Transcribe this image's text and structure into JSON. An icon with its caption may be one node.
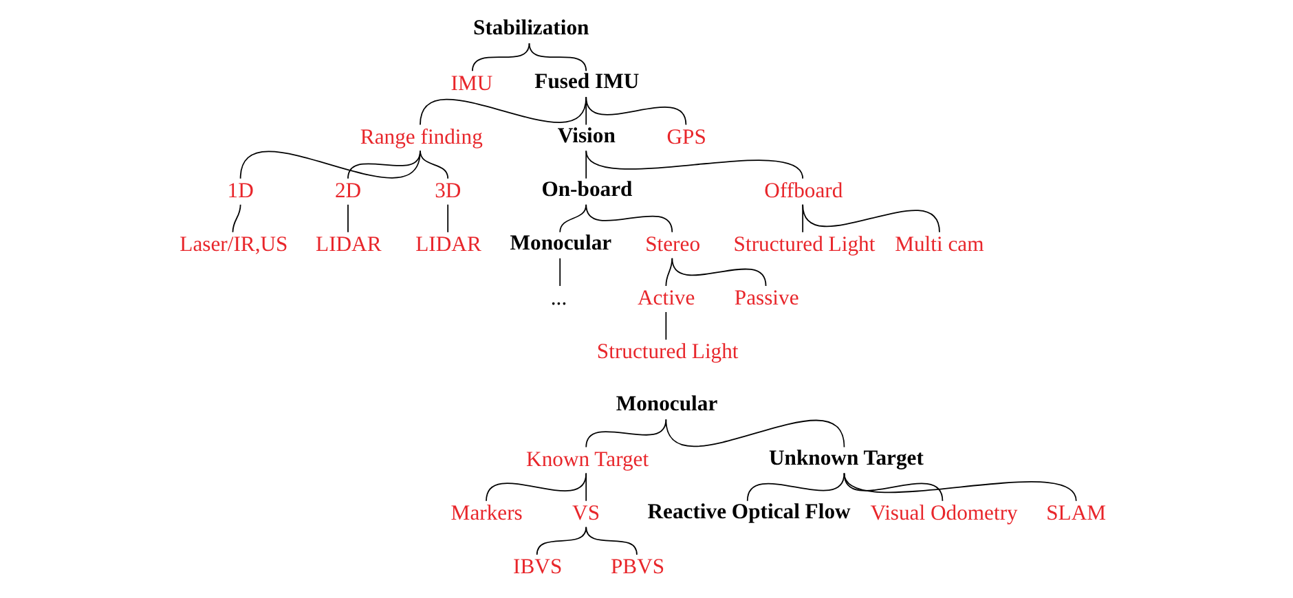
{
  "diagram": {
    "nodes": [
      {
        "text": [
          "Stabilization"
        ]
      },
      {
        "text": [
          "IMU"
        ]
      },
      {
        "text": [
          "Fused IMU"
        ]
      },
      {
        "text": [
          "Range finding"
        ]
      },
      {
        "text": [
          "Vision"
        ]
      },
      {
        "text": [
          "GPS"
        ]
      },
      {
        "text": [
          "1D"
        ]
      },
      {
        "text": [
          "2D"
        ]
      },
      {
        "text": [
          "3D"
        ]
      },
      {
        "text": [
          "Laser/IR,US"
        ]
      },
      {
        "text": [
          "LIDAR"
        ]
      },
      {
        "text": [
          "LIDAR"
        ]
      },
      {
        "text": [
          "On-board"
        ]
      },
      {
        "text": [
          "Offboard"
        ]
      },
      {
        "text": [
          "Monocular"
        ]
      },
      {
        "text": [
          "Stereo"
        ]
      },
      {
        "text": [
          "Structured Light"
        ]
      },
      {
        "text": [
          "Multi cam"
        ]
      },
      {
        "text": [
          "..."
        ]
      },
      {
        "text": [
          "Active"
        ]
      },
      {
        "text": [
          "Passive"
        ]
      },
      {
        "text": [
          "Structured Light"
        ]
      },
      {
        "text": [
          "Monocular"
        ]
      },
      {
        "text": [
          "Known Target"
        ]
      },
      {
        "text": [
          "Unknown Target"
        ]
      },
      {
        "text": [
          "Markers"
        ]
      },
      {
        "text": [
          "VS"
        ]
      },
      {
        "text": [
          "Reactive Optical Flow"
        ]
      },
      {
        "text": [
          "Visual Odometry"
        ]
      },
      {
        "text": [
          "SLAM"
        ]
      },
      {
        "text": [
          "IBVS"
        ]
      },
      {
        "text": [
          "PBVS"
        ]
      }
    ],
    "edges": [
      {
        "from": 0,
        "to": 1,
        "arrow": "none"
      },
      {
        "from": 0,
        "to": 2,
        "arrow": "none"
      },
      {
        "from": 2,
        "to": 3,
        "arrow": "none"
      },
      {
        "from": 2,
        "to": 4,
        "arrow": "none"
      },
      {
        "from": 2,
        "to": 5,
        "arrow": "none"
      },
      {
        "from": 3,
        "to": 6,
        "arrow": "none"
      },
      {
        "from": 3,
        "to": 7,
        "arrow": "none"
      },
      {
        "from": 3,
        "to": 8,
        "arrow": "none"
      },
      {
        "from": 6,
        "to": 9,
        "arrow": "none"
      },
      {
        "from": 7,
        "to": 10,
        "arrow": "none"
      },
      {
        "from": 8,
        "to": 11,
        "arrow": "none"
      },
      {
        "from": 4,
        "to": 12,
        "arrow": "none"
      },
      {
        "from": 4,
        "to": 13,
        "arrow": "none"
      },
      {
        "from": 12,
        "to": 14,
        "arrow": "none"
      },
      {
        "from": 12,
        "to": 15,
        "arrow": "none"
      },
      {
        "from": 13,
        "to": 16,
        "arrow": "none"
      },
      {
        "from": 13,
        "to": 17,
        "arrow": "none"
      },
      {
        "from": 14,
        "to": 18,
        "arrow": "none"
      },
      {
        "from": 15,
        "to": 19,
        "arrow": "none"
      },
      {
        "from": 15,
        "to": 20,
        "arrow": "none"
      },
      {
        "from": 19,
        "to": 21,
        "arrow": "none"
      },
      {
        "from": 22,
        "to": 23,
        "arrow": "none"
      },
      {
        "from": 22,
        "to": 24,
        "arrow": "none"
      },
      {
        "from": 23,
        "to": 25,
        "arrow": "none"
      },
      {
        "from": 23,
        "to": 26,
        "arrow": "none"
      },
      {
        "from": 24,
        "to": 27,
        "arrow": "none"
      },
      {
        "from": 24,
        "to": 28,
        "arrow": "none"
      },
      {
        "from": 24,
        "to": 29,
        "arrow": "none"
      },
      {
        "from": 26,
        "to": 30,
        "arrow": "none"
      },
      {
        "from": 26,
        "to": 31,
        "arrow": "none"
      }
    ]
  }
}
